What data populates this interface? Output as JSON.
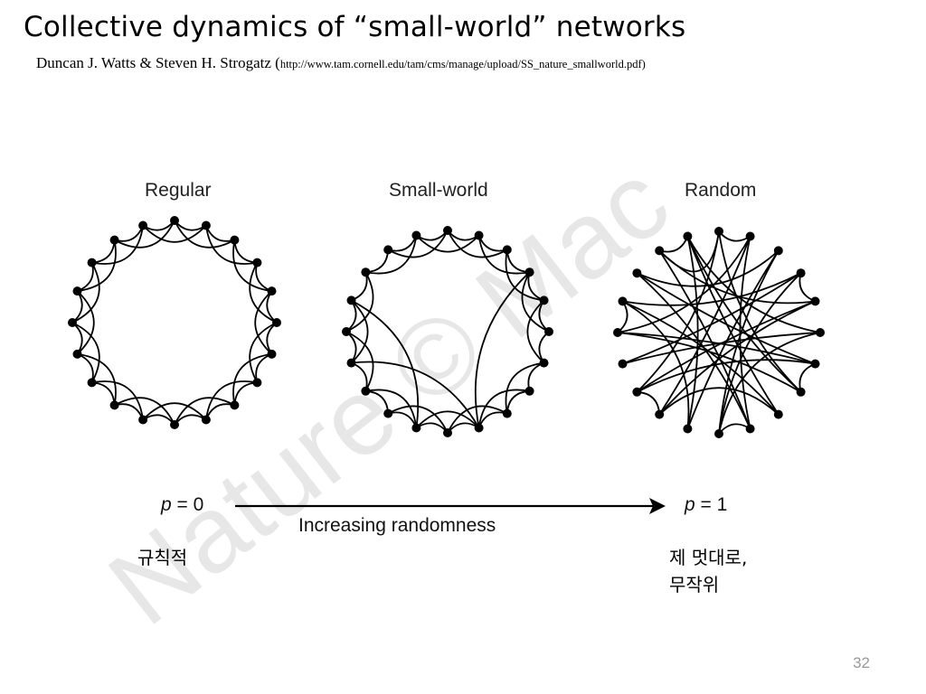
{
  "title": "Collective dynamics of “small-world” networks",
  "citation": {
    "authors": "Duncan J. Watts & Steven H. Strogatz (",
    "url": "http://www.tam.cornell.edu/tam/cms/manage/upload/SS_nature_smallworld.pdf)"
  },
  "watermark": "Nature © Mac",
  "networks": [
    {
      "label": "Regular"
    },
    {
      "label": "Small-world"
    },
    {
      "label": "Random"
    }
  ],
  "axis": {
    "p_symbol": "p",
    "left_value": " = 0",
    "right_value": " = 1",
    "arrow_label": "Increasing randomness"
  },
  "annotations": {
    "left": "규칙적",
    "right_line1": "제 멋대로,",
    "right_line2": "무작위"
  },
  "page_number": "32"
}
